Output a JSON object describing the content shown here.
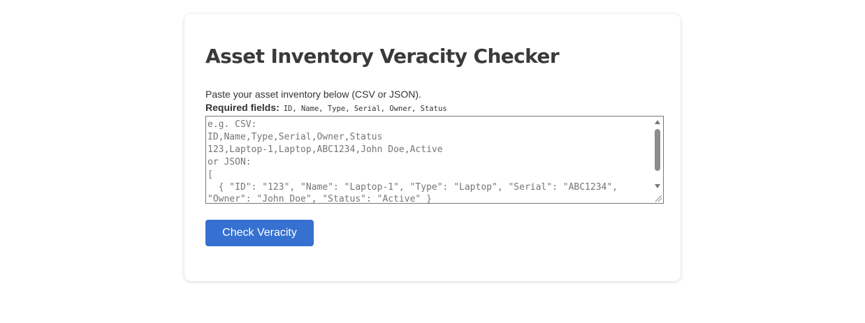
{
  "page": {
    "title": "Asset Inventory Veracity Checker",
    "intro": "Paste your asset inventory below (CSV or JSON).",
    "required_label": "Required fields:",
    "required_fields": "ID, Name, Type, Serial, Owner, Status"
  },
  "inventory_input": {
    "value": "",
    "placeholder": "e.g. CSV:\nID,Name,Type,Serial,Owner,Status\n123,Laptop-1,Laptop,ABC1234,John Doe,Active\nor JSON:\n[\n  { \"ID\": \"123\", \"Name\": \"Laptop-1\", \"Type\": \"Laptop\", \"Serial\": \"ABC1234\", \"Owner\": \"John Doe\", \"Status\": \"Active\" }\n]"
  },
  "actions": {
    "check_label": "Check Veracity"
  },
  "colors": {
    "button_bg": "#3670d0",
    "title": "#3a3a3a"
  }
}
